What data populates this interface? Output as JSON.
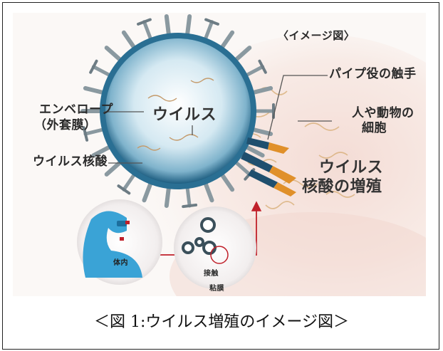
{
  "figure": {
    "title": "〈イメージ図〉",
    "labels": {
      "envelope_line1": "エンベロープ",
      "envelope_line2": "（外套膜）",
      "nucleic_acid": "ウイルス核酸",
      "virus": "ウイルス",
      "tentacle": "パイプ役の触手",
      "cell_line1": "人や動物の",
      "cell_line2": "細胞",
      "replication_line1": "ウイルス",
      "replication_line2": "核酸の増殖",
      "inside_body": "体内",
      "contact": "接触",
      "mucosa": "粘膜"
    },
    "colors": {
      "virus_core": "#bcd9e8",
      "virus_rim": "#1f5f82",
      "spike": "#8a99a0",
      "cell_tint": "#f2d9d2",
      "arrow": "#c0202a",
      "insertion": "#e0902a",
      "person": "#3aa3d6"
    }
  },
  "caption": "＜図 1:ウイルス増殖のイメージ図＞"
}
